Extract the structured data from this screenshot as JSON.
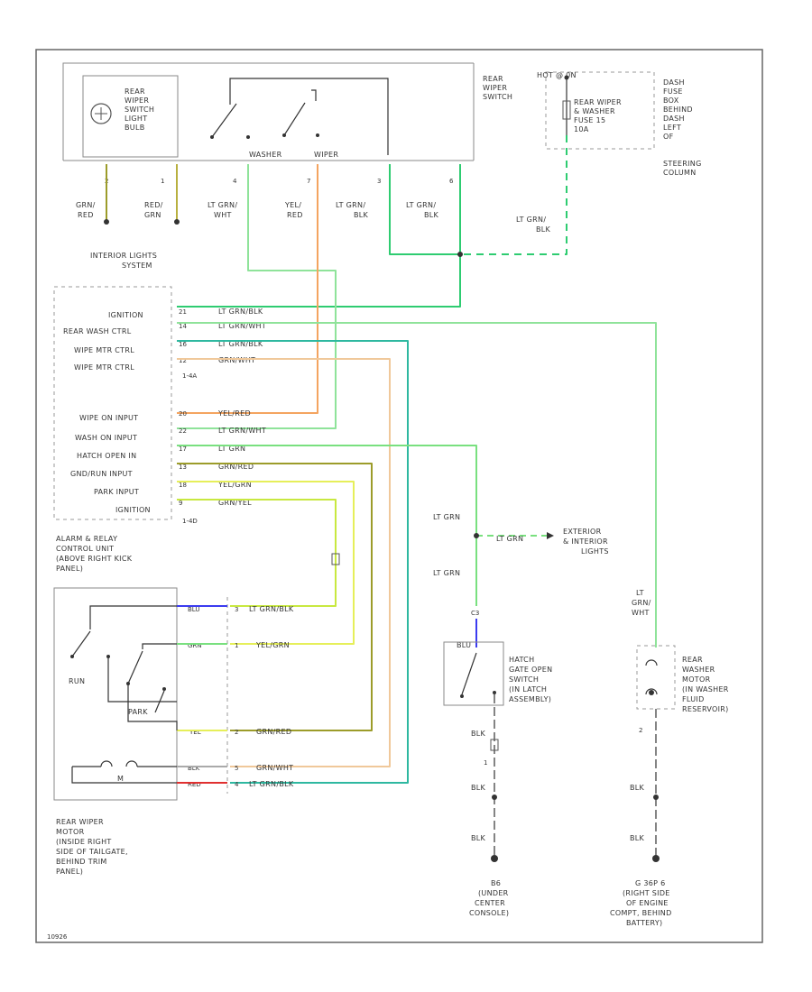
{
  "colors": {
    "lt_grn_blk": "#2ecc71",
    "lt_grn_wht": "#8fe39a",
    "lt_grn": "#79e07f",
    "grn_red": "#9c9c2a",
    "yel_red": "#f4a460",
    "grn_wht": "#e8c9a0",
    "grn_yel": "#c8d82a",
    "yel_grn": "#e6ef5a",
    "grn_red2": "#b8d050",
    "blu": "#3b3bf0",
    "red": "#e03030",
    "gray": "#aaaaaa"
  },
  "labels": {
    "rear_wiper_switch": [
      "REAR",
      "WIPER",
      "SWITCH"
    ],
    "switch_light": [
      "REAR",
      "WIPER",
      "SWITCH",
      "LIGHT",
      "BULB"
    ],
    "washer": "WASHER",
    "wiper": "WIPER",
    "hot_at_all_times": "HOT @ 0N",
    "fuse": [
      "REAR WIPER",
      "& WASHER",
      "FUSE 15",
      "10A"
    ],
    "dash_fuse_box": [
      "DASH",
      "FUSE",
      "BOX",
      "BEHIND",
      "DASH",
      "LEFT",
      "OF",
      "STEERING",
      "COLUMN"
    ],
    "interior_lights": [
      "INTERIOR LIGHTS",
      "SYSTEM"
    ],
    "unit_rows": [
      "IGNITION",
      "REAR WASH CTRL",
      "WIPE MTR CTRL",
      "WIPE MTR CTRL",
      "WIPE ON INPUT",
      "WASH ON INPUT",
      "HATCH OPEN IN",
      "GND/RUN INPUT",
      "PARK INPUT",
      "IGNITION"
    ],
    "unit_name": [
      "ALARM & RELAY",
      "CONTROL UNIT",
      "(ABOVE RIGHT KICK",
      "PANEL)"
    ],
    "motor_name": [
      "REAR WIPER",
      "MOTOR",
      "(INSIDE RIGHT",
      "SIDE OF TAILGATE,",
      "BEHIND TRIM",
      "PANEL)"
    ],
    "run": "RUN",
    "park": "PARK",
    "m": "M",
    "hatch_switch": [
      "HATCH",
      "GATE OPEN",
      "SWITCH",
      "(IN LATCH",
      "ASSEMBLY)"
    ],
    "washer_motor": [
      "REAR",
      "WASHER",
      "MOTOR",
      "(IN WASHER",
      "FLUID",
      "RESERVOIR)"
    ],
    "ext_int_lights": [
      "EXTERIOR",
      "& INTERIOR",
      "LIGHTS"
    ],
    "ground1": [
      "B6",
      "(UNDER",
      "CENTER",
      "CONSOLE)"
    ],
    "ground2": [
      "G 36P 6",
      "(RIGHT SIDE",
      "OF ENGINE",
      "COMPT, BEHIND",
      "BATTERY)"
    ],
    "footer": "10926"
  },
  "wire_labels": {
    "top": [
      [
        "GRN/",
        "RED"
      ],
      [
        "RED/",
        "GRN"
      ],
      [
        "LT GRN/",
        "WHT"
      ],
      [
        "YEL/",
        "RED"
      ],
      [
        "LT GRN/",
        "BLK"
      ],
      [
        "LT GRN/",
        "BLK"
      ]
    ],
    "top_pins": [
      "2",
      "1",
      "4",
      "7",
      "3",
      "6"
    ],
    "lt_grn_blk_fuse": [
      "LT GRN/",
      "BLK"
    ],
    "unit_pins": [
      "21",
      "14",
      "16",
      "12",
      "20",
      "22",
      "17",
      "13",
      "18",
      "9"
    ],
    "unit_wires": [
      "LT GRN/BLK",
      "LT GRN/WHT",
      "LT GRN/BLK",
      "GRN/WHT",
      "YEL/RED",
      "LT GRN/WHT",
      "LT GRN",
      "GRN/RED",
      "YEL/GRN",
      "GRN/YEL"
    ],
    "unit_conn_a": "1-4A",
    "unit_conn_b": "1-4D",
    "motor_rows": [
      "BLU",
      "GRN",
      "YEL",
      "BLK",
      "RED"
    ],
    "motor_pins": [
      "3",
      "1",
      "2",
      "5",
      "4"
    ],
    "motor_wires": [
      "LT GRN/BLK",
      "YEL/GRN",
      "GRN/RED",
      "GRN/WHT",
      "LT GRN/BLK"
    ],
    "lt_grn_1": "LT GRN",
    "lt_grn_2": "LT GRN",
    "lt_grn_3": "LT GRN",
    "washer_motor_wire": [
      "LT",
      "GRN/",
      "WHT"
    ],
    "blu": "BLU",
    "blk": "BLK",
    "pin_1": "1",
    "pin_2": "2",
    "hatch_pin": "1",
    "connector_c": "C3"
  }
}
